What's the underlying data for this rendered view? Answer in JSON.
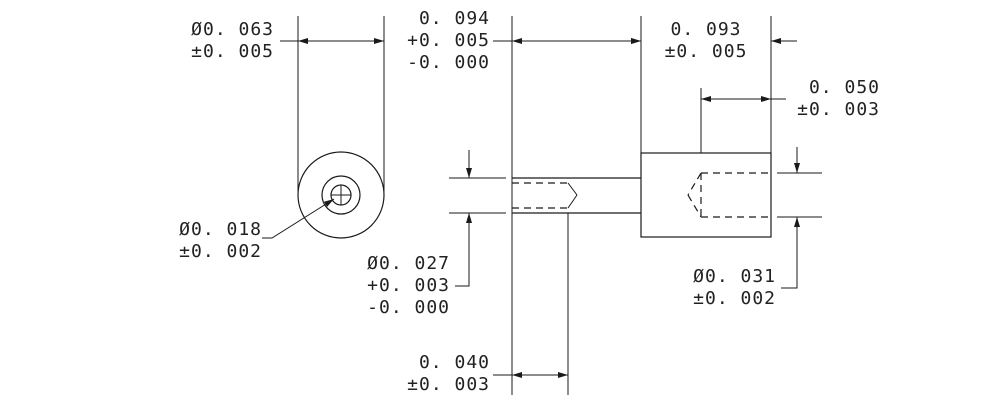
{
  "drawing": {
    "dims": {
      "head_diameter": {
        "line1": "Ø0. 063",
        "line2": "±0. 005"
      },
      "bore_diameter": {
        "line1": "Ø0. 018",
        "line2": "±0. 002"
      },
      "shank_length": {
        "line1": "0. 094",
        "line2": "+0. 005",
        "line3": "-0. 000"
      },
      "head_length": {
        "line1": "0. 093",
        "line2": "±0. 005"
      },
      "head_bore_depth": {
        "line1": "0. 050",
        "line2": "±0. 003"
      },
      "shank_diameter": {
        "line1": "Ø0. 027",
        "line2": "+0. 003",
        "line3": "-0. 000"
      },
      "head_bore_diameter": {
        "line1": "Ø0. 031",
        "line2": "±0. 002"
      },
      "shank_bore_depth": {
        "line1": "0. 040",
        "line2": "±0. 003"
      }
    },
    "colors": {
      "ink": "#1a1a1a",
      "paper": "#ffffff"
    }
  }
}
